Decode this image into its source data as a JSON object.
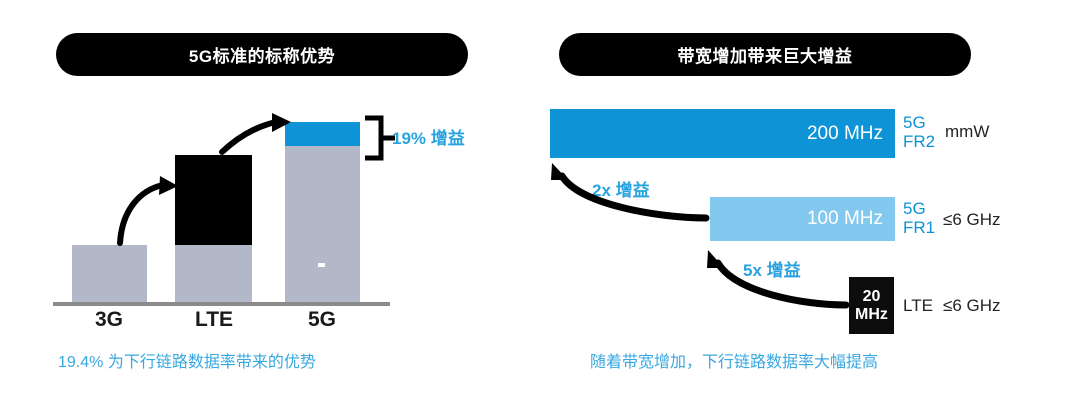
{
  "panels": {
    "left": {
      "title": "5G标准的标称优势",
      "caption": "19.4% 为下行链路数据率带来的优势",
      "gain_callout": "19% 增益",
      "axis_labels": [
        "3G",
        "LTE",
        "5G"
      ],
      "colors": {
        "grey": "#b3b8c8",
        "black": "#000000",
        "blue": "#0d93d6",
        "accent_text": "#38a8e0"
      }
    },
    "right": {
      "title": "带宽增加带来巨大增益",
      "caption": "随着带宽增加，下行链路数据率大幅提高",
      "rows": [
        {
          "value": "200 MHz",
          "generation": "5G\nFR2",
          "generation_line1": "5G",
          "generation_line2": "FR2",
          "band": "mmW",
          "color": "#0d93d6"
        },
        {
          "value": "100 MHz",
          "generation_line1": "5G",
          "generation_line2": "FR1",
          "band": "≤6 GHz",
          "color": "#82c8ef"
        },
        {
          "value_line1": "20",
          "value_line2": "MHz",
          "generation_line1": "LTE",
          "band": "≤6 GHz",
          "color": "#0d0d0d"
        }
      ],
      "gains": [
        "2x 增益",
        "5x 增益"
      ]
    }
  },
  "chart_data": [
    {
      "type": "bar",
      "title": "5G标准的标称优势",
      "categories": [
        "3G",
        "LTE",
        "5G"
      ],
      "series": [
        {
          "name": "baseline-grey",
          "values": [
            58,
            58,
            158
          ]
        },
        {
          "name": "increment-black",
          "values": [
            0,
            90,
            0
          ]
        },
        {
          "name": "increment-blue",
          "values": [
            0,
            0,
            24
          ]
        }
      ],
      "annotations": [
        "19% 增益"
      ],
      "xlabel": "",
      "ylabel": "",
      "grid": false,
      "note": "19.4% 为下行链路数据率带来的优势"
    },
    {
      "type": "bar",
      "title": "带宽增加带来巨大增益",
      "orientation": "horizontal",
      "categories": [
        "5G FR2 (mmW)",
        "5G FR1 (≤6 GHz)",
        "LTE (≤6 GHz)"
      ],
      "values": [
        200,
        100,
        20
      ],
      "value_labels": [
        "200 MHz",
        "100 MHz",
        "20 MHz"
      ],
      "unit": "MHz",
      "annotations": [
        "2x 增益",
        "5x 增益"
      ],
      "xlabel": "",
      "ylabel": "",
      "grid": false,
      "note": "随着带宽增加，下行链路数据率大幅提高"
    }
  ]
}
